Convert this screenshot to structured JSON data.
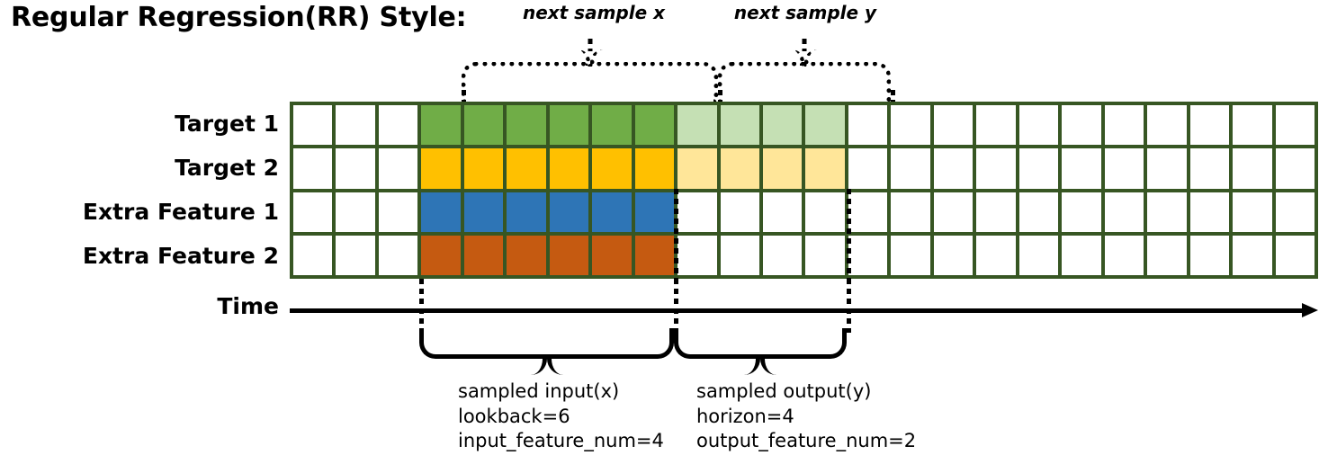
{
  "title": "Regular Regression(RR) Style:",
  "annotations": {
    "next_sample_x": "next sample x",
    "next_sample_y": "next sample y"
  },
  "rows": [
    {
      "label": "Target 1",
      "name": "target-1"
    },
    {
      "label": "Target 2",
      "name": "target-2"
    },
    {
      "label": "Extra Feature 1",
      "name": "extra-feature-1"
    },
    {
      "label": "Extra Feature 2",
      "name": "extra-feature-2"
    }
  ],
  "axis": {
    "label": "Time"
  },
  "grid": {
    "columns": 24,
    "row_count": 4,
    "leading_blank_columns": 3,
    "input_columns": 6,
    "output_columns": 4,
    "trailing_blank_columns": 11,
    "cells": [
      [
        "white",
        "white",
        "white",
        "green",
        "green",
        "green",
        "green",
        "green",
        "green",
        "lightgreen",
        "lightgreen",
        "lightgreen",
        "lightgreen",
        "white",
        "white",
        "white",
        "white",
        "white",
        "white",
        "white",
        "white",
        "white",
        "white",
        "white"
      ],
      [
        "white",
        "white",
        "white",
        "yellow",
        "yellow",
        "yellow",
        "yellow",
        "yellow",
        "yellow",
        "lightyellow",
        "lightyellow",
        "lightyellow",
        "lightyellow",
        "white",
        "white",
        "white",
        "white",
        "white",
        "white",
        "white",
        "white",
        "white",
        "white",
        "white"
      ],
      [
        "white",
        "white",
        "white",
        "blue",
        "blue",
        "blue",
        "blue",
        "blue",
        "blue",
        "white",
        "white",
        "white",
        "white",
        "white",
        "white",
        "white",
        "white",
        "white",
        "white",
        "white",
        "white",
        "white",
        "white",
        "white"
      ],
      [
        "white",
        "white",
        "white",
        "orange",
        "orange",
        "orange",
        "orange",
        "orange",
        "orange",
        "white",
        "white",
        "white",
        "white",
        "white",
        "white",
        "white",
        "white",
        "white",
        "white",
        "white",
        "white",
        "white",
        "white",
        "white"
      ]
    ]
  },
  "captions": {
    "input": {
      "line1": "sampled input(x)",
      "line2": "lookback=6",
      "line3": "input_feature_num=4"
    },
    "output": {
      "line1": "sampled output(y)",
      "line2": "horizon=4",
      "line3": "output_feature_num=2"
    }
  },
  "colors": {
    "grid_border": "#375623",
    "target1": "#70ad47",
    "target1_light": "#c5e0b4",
    "target2": "#ffc000",
    "target2_light": "#ffe699",
    "extra_feature1": "#2e75b6",
    "extra_feature2": "#c55a11",
    "background": "#ffffff",
    "ink": "#000000"
  }
}
